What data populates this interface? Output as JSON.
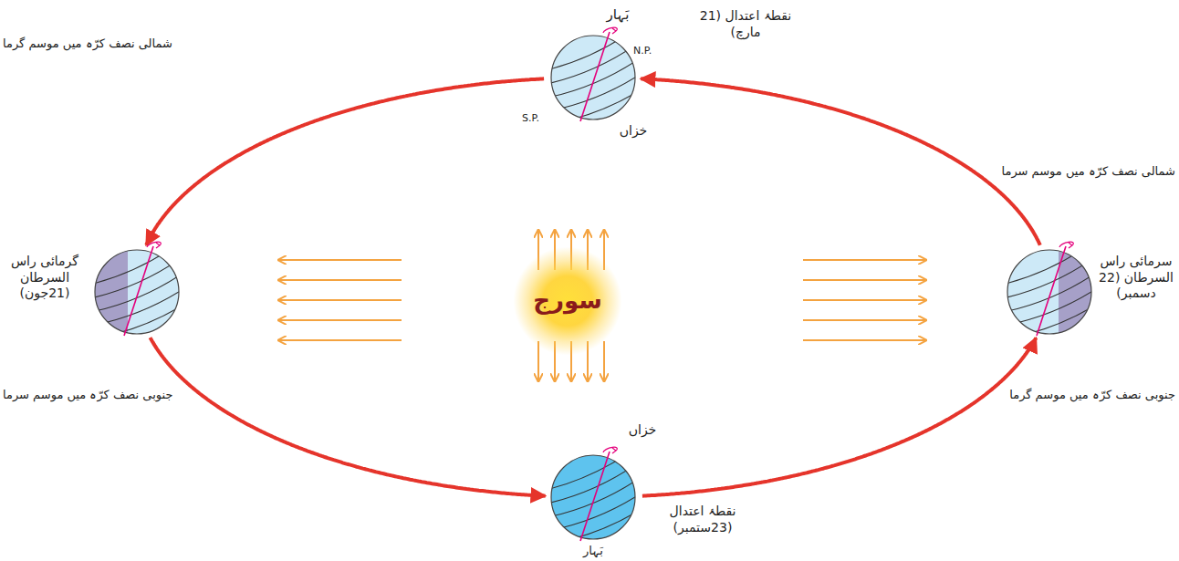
{
  "diagram": {
    "nodes": [
      {
        "text": [
          "بَہار",
          "N.P.",
          "S.P.",
          "خزاں",
          "نقطۂ اعتدال (21 مارچ)"
        ]
      },
      {
        "text": [
          "گرمائی راس السرطان (21جون)"
        ]
      },
      {
        "text": [
          "سورج"
        ]
      },
      {
        "text": [
          "سرمائی راس السرطان (22 دسمبر)"
        ]
      },
      {
        "text": [
          "خزاں",
          "نقطۂ اعتدال (23ستمبر)",
          "بَہار"
        ]
      }
    ],
    "edges": [
      {
        "from": 3,
        "to": 0,
        "arrow": "to"
      },
      {
        "from": 0,
        "to": 1,
        "arrow": "to"
      },
      {
        "from": 1,
        "to": 4,
        "arrow": "to"
      },
      {
        "from": 4,
        "to": 3,
        "arrow": "to"
      }
    ],
    "labels": [
      "شمالی نصف کرّہ میں موسم گرما",
      "شمالی نصف کرّہ میں موسم سرما",
      "جنوبی نصف کرّہ میں موسم سرما",
      "جنوبی نصف کرّہ میں موسم گرما"
    ]
  }
}
